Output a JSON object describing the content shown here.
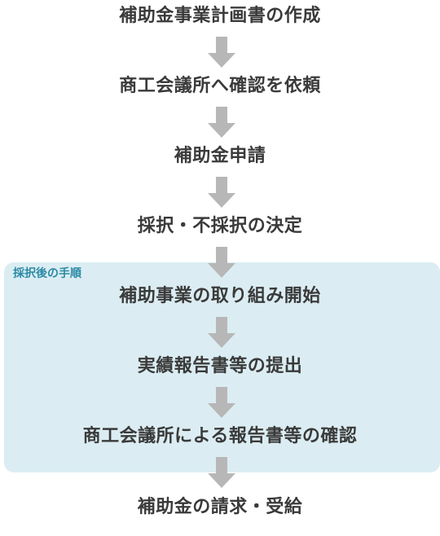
{
  "flow": {
    "steps": [
      {
        "label": "補助金事業計画書の作成"
      },
      {
        "label": "商工会議所へ確認を依頼"
      },
      {
        "label": "補助金申請"
      },
      {
        "label": "採択・不採択の決定"
      },
      {
        "label": "補助事業の取り組み開始"
      },
      {
        "label": "実績報告書等の提出"
      },
      {
        "label": "商工会議所による報告書等の確認"
      },
      {
        "label": "補助金の請求・受給"
      }
    ],
    "panel_label": "採択後の手順"
  },
  "colors": {
    "text": "#3a3a3a",
    "arrow": "#b7b7b7",
    "panel_bg": "#dbedf3",
    "panel_label": "#2b8aa6"
  }
}
